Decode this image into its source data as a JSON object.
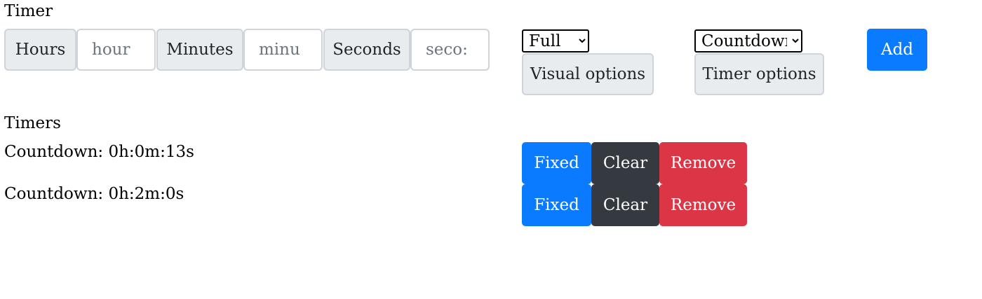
{
  "header": {
    "title": "Timer"
  },
  "form": {
    "hours_label": "Hours",
    "hours_placeholder": "hour",
    "minutes_label": "Minutes",
    "minutes_placeholder": "minu",
    "seconds_label": "Seconds",
    "seconds_placeholder": "seco:",
    "visual_select_value": "Full",
    "visual_options_label": "Visual options",
    "timer_select_value": "Countdown",
    "timer_options_label": "Timer options",
    "add_label": "Add"
  },
  "timers": {
    "title": "Timers",
    "items": [
      {
        "text": "Countdown: 0h:0m:13s",
        "fixed_label": "Fixed",
        "clear_label": "Clear",
        "remove_label": "Remove"
      },
      {
        "text": "Countdown: 0h:2m:0s",
        "fixed_label": "Fixed",
        "clear_label": "Clear",
        "remove_label": "Remove"
      }
    ]
  },
  "colors": {
    "primary": "#0a7bff",
    "dark": "#343a40",
    "danger": "#dc3545",
    "addon_bg": "#e9ecef",
    "border": "#ced4da"
  }
}
